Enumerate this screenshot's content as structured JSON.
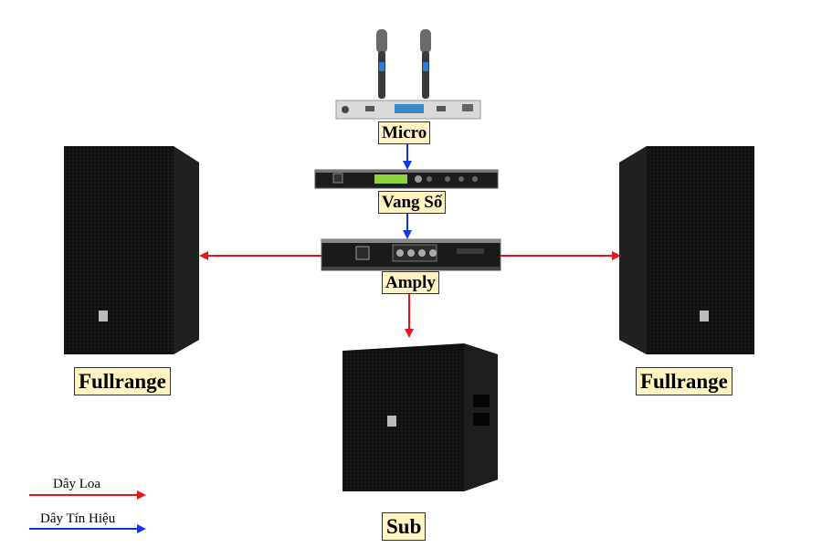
{
  "labels": {
    "micro": "Micro",
    "vang_so": "Vang Số",
    "amply": "Amply",
    "fullrange_left": "Fullrange",
    "fullrange_right": "Fullrange",
    "sub": "Sub"
  },
  "legend": {
    "speaker_wire": "Dây Loa",
    "signal_wire": "Dây Tín Hiệu"
  },
  "colors": {
    "speaker_wire": "#e8141b",
    "signal_wire": "#1436e8",
    "label_bg": "#fff3c2"
  }
}
